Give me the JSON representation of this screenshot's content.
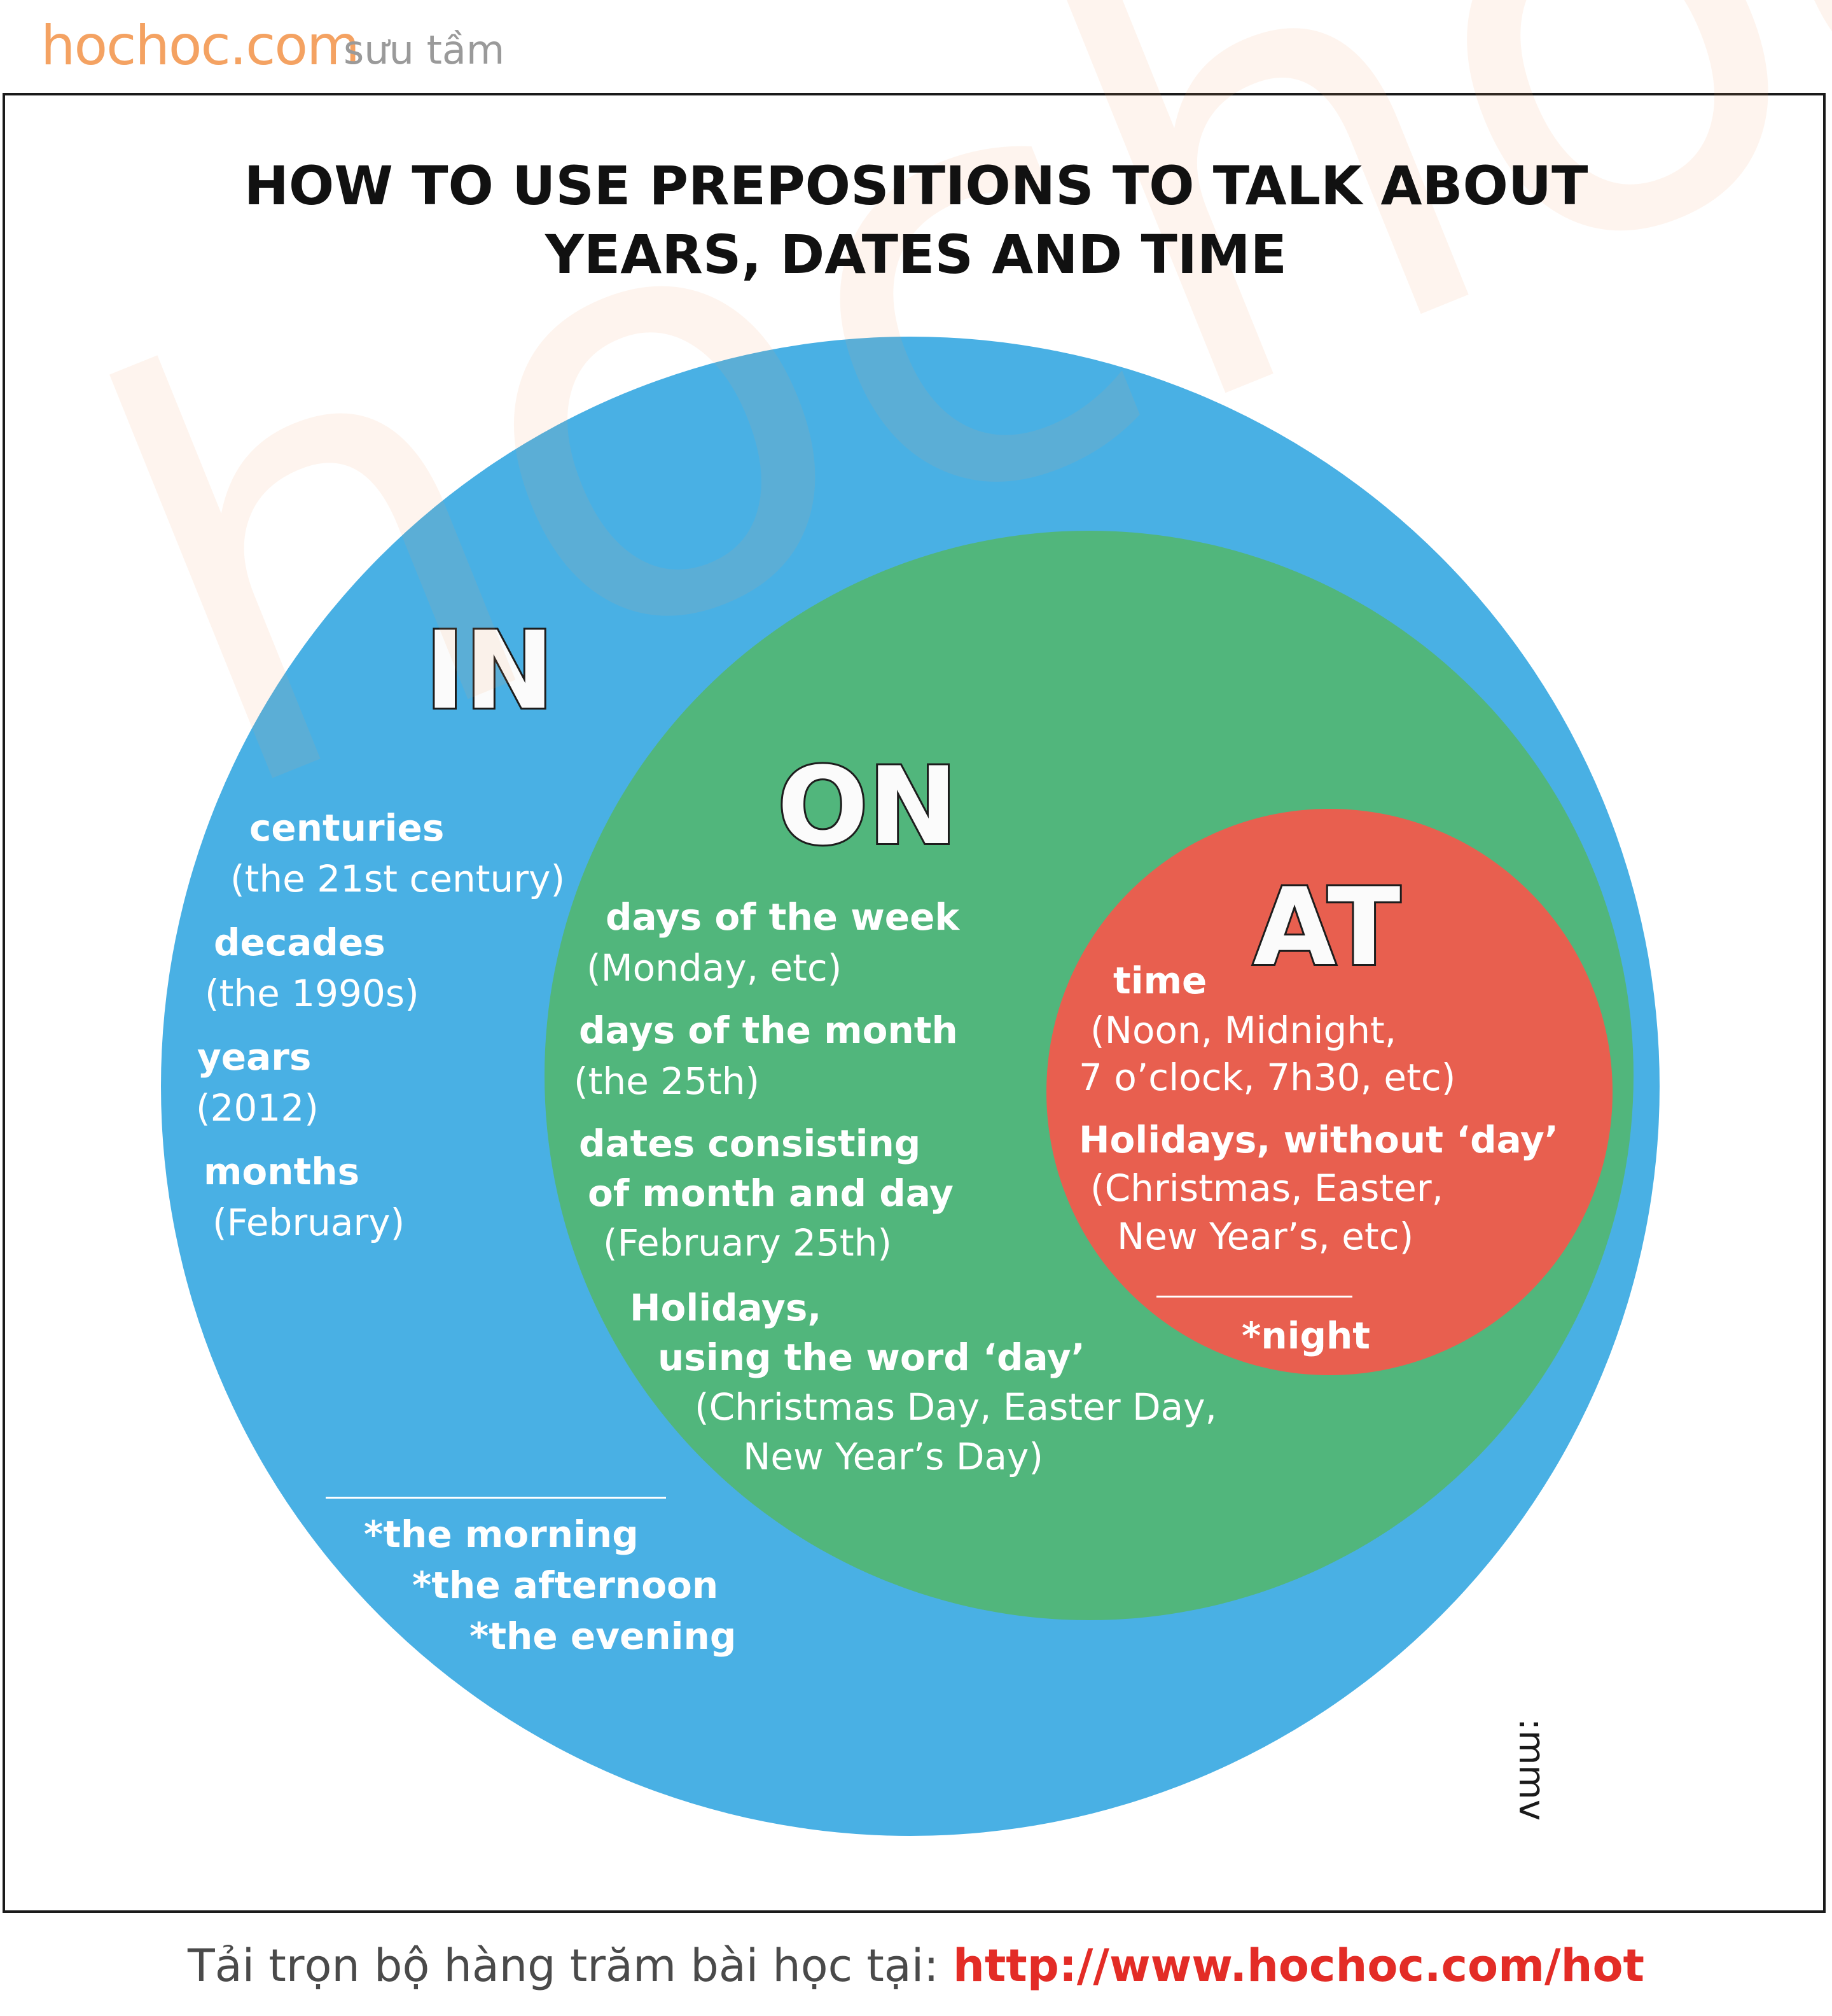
{
  "header": {
    "brand": "hochoc.com",
    "brand_sub": "sưu tầm"
  },
  "watermark": "hochoc.com",
  "title": {
    "line1": "HOW TO USE PREPOSITIONS TO TALK ABOUT",
    "line2": "YEARS, DATES AND TIME"
  },
  "colors": {
    "in_circle": "#49b0e4",
    "on_circle": "#51b67c",
    "at_circle": "#e85f4f",
    "footer_link": "#e32c26"
  },
  "in": {
    "heading": "IN",
    "items": [
      {
        "term": "centuries",
        "example": "(the 21st century)"
      },
      {
        "term": "decades",
        "example": "(the 1990s)"
      },
      {
        "term": "years",
        "example": "(2012)"
      },
      {
        "term": "months",
        "example": "(February)"
      }
    ],
    "special": [
      "*the morning",
      "*the afternoon",
      "*the evening"
    ]
  },
  "on": {
    "heading": "ON",
    "items": [
      {
        "term": "days of the week",
        "example": "(Monday, etc)"
      },
      {
        "term": "days of the month",
        "example": "(the 25th)"
      },
      {
        "term1": "dates consisting",
        "term2": "of month and day",
        "example": "(February 25th)"
      },
      {
        "term1": "Holidays,",
        "term2": "using the word ‘day’",
        "example1": "(Christmas Day, Easter Day,",
        "example2": "New Year’s Day)"
      }
    ]
  },
  "at": {
    "heading": "AT",
    "items": [
      {
        "term": "time",
        "example1": "(Noon, Midnight,",
        "example2": "7 o’clock, 7h30, etc)"
      },
      {
        "term": "Holidays, without ‘day’",
        "example1": "(Christmas, Easter,",
        "example2": "New Year’s, etc)"
      }
    ],
    "special": "*night"
  },
  "credit": ":mmv",
  "footer": {
    "text": "Tải trọn bộ hàng trăm bài học tại: ",
    "link": "http://www.hochoc.com/hot"
  }
}
